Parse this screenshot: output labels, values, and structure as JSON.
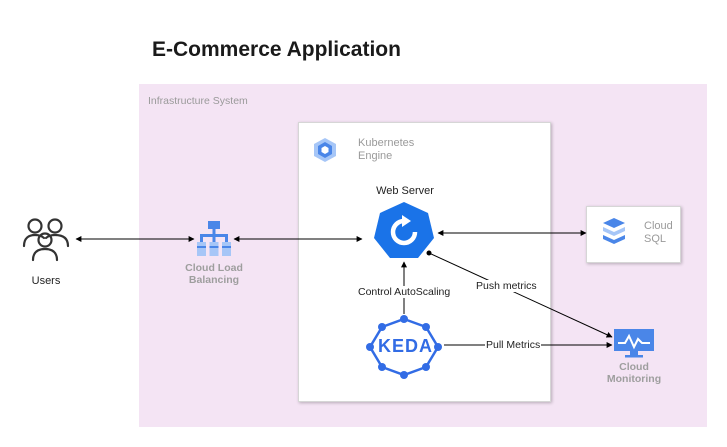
{
  "title": "E-Commerce Application",
  "infrastructure": {
    "label": "Infrastructure System"
  },
  "kubernetes": {
    "label": "Kubernetes Engine"
  },
  "nodes": {
    "users": "Users",
    "load_balancer": "Cloud Load Balancing",
    "web_server": "Web Server",
    "keda": "KEDA",
    "cloud_sql": "Cloud SQL",
    "monitoring": "Cloud Monitoring"
  },
  "edges": {
    "control_autoscaling": "Control AutoScaling",
    "push_metrics": "Push metrics",
    "pull_metrics": "Pull Metrics"
  },
  "colors": {
    "infra_bg": "#f4e4f4",
    "gcp_blue": "#4a86e8",
    "keda_blue": "#326ce5",
    "web_server_blue": "#1a73e8"
  }
}
